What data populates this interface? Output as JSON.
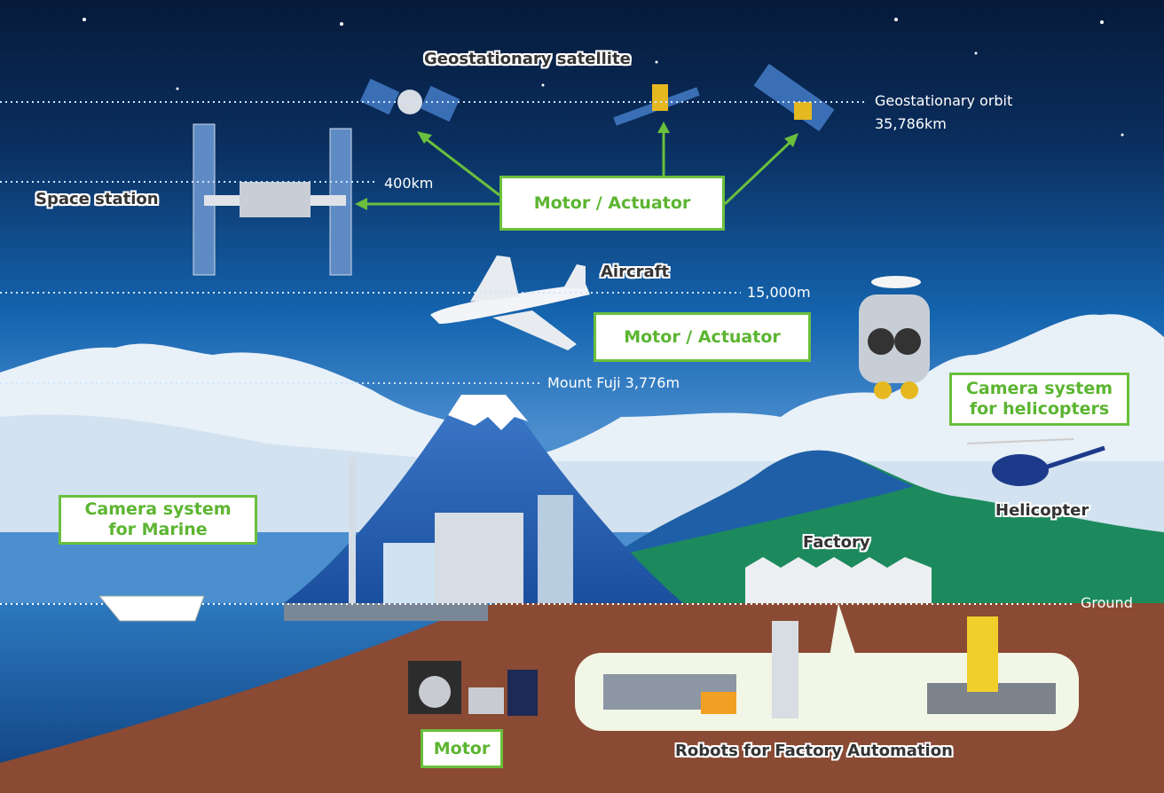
{
  "labels": {
    "geostationary_satellite": "Geostationary satellite",
    "geostationary_orbit": "Geostationary orbit",
    "geostationary_orbit_altitude": "35,786km",
    "space_station": "Space station",
    "space_station_altitude": "400km",
    "aircraft": "Aircraft",
    "aircraft_altitude": "15,000m",
    "mount_fuji": "Mount Fuji 3,776m",
    "helicopter": "Helicopter",
    "factory": "Factory",
    "ground": "Ground",
    "robots": "Robots for Factory Automation"
  },
  "boxes": {
    "motor_actuator_space": "Motor / Actuator",
    "motor_actuator_aircraft": "Motor / Actuator",
    "camera_helicopters_line1": "Camera system",
    "camera_helicopters_line2": "for helicopters",
    "camera_marine_line1": "Camera system",
    "camera_marine_line2": "for Marine",
    "motor": "Motor"
  },
  "colors": {
    "accent_green": "#6abf3c",
    "sky_top": "#061a3a",
    "sky_mid": "#1565b0",
    "ground": "#8a4a33",
    "sea": "#1a5fa0"
  }
}
